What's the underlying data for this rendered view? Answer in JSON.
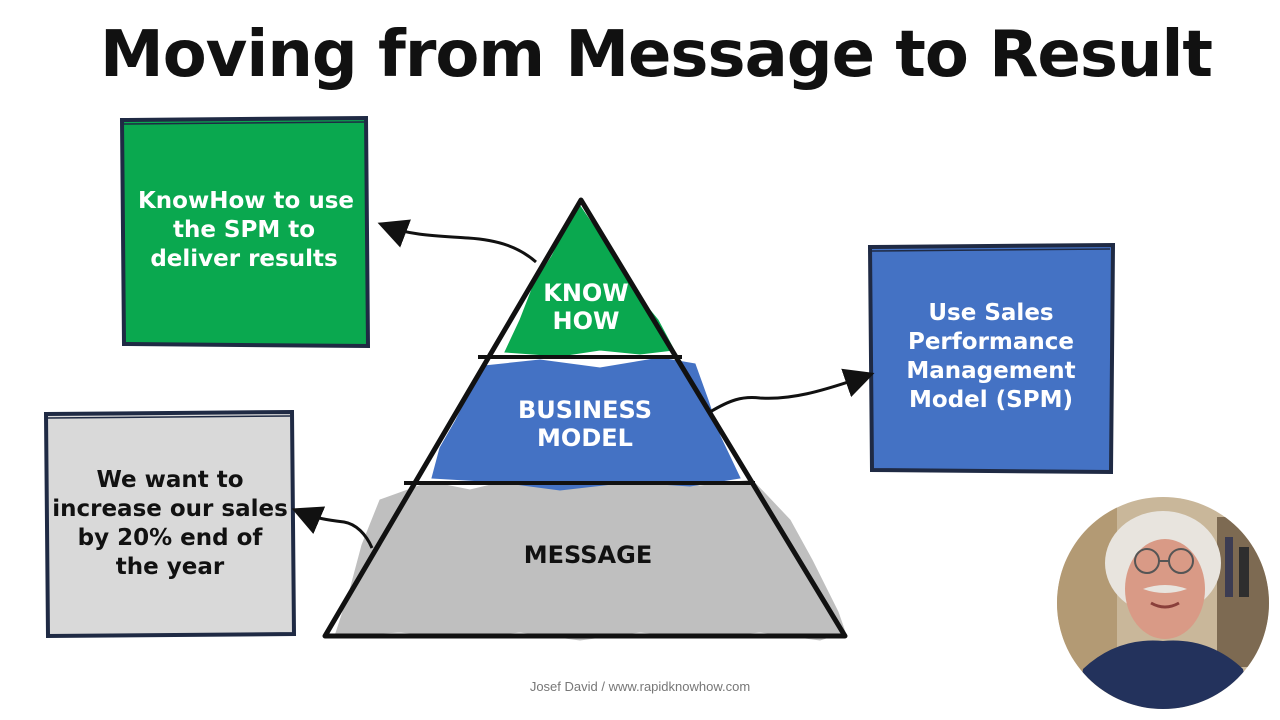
{
  "title": "Moving from Message to Result",
  "boxes": {
    "knowhow": [
      "KnowHow to use",
      "the SPM to",
      "deliver results"
    ],
    "spm": [
      "Use Sales",
      "Performance",
      "Management",
      "Model (SPM)"
    ],
    "goal": [
      "We want to",
      "increase our sales",
      "by 20% end of",
      "the year"
    ]
  },
  "pyramid": {
    "top": [
      "KNOW",
      "HOW"
    ],
    "middle": [
      "BUSINESS",
      "MODEL"
    ],
    "bottom": [
      "MESSAGE"
    ]
  },
  "footer": "Josef David / www.rapidknowhow.com",
  "colors": {
    "green": "#0aa84f",
    "blue": "#4472c4",
    "gray": "#bfbfbf",
    "light_gray": "#d9d9d9",
    "outline": "#1f2a44"
  },
  "icons": {
    "avatar": "presenter-avatar"
  }
}
